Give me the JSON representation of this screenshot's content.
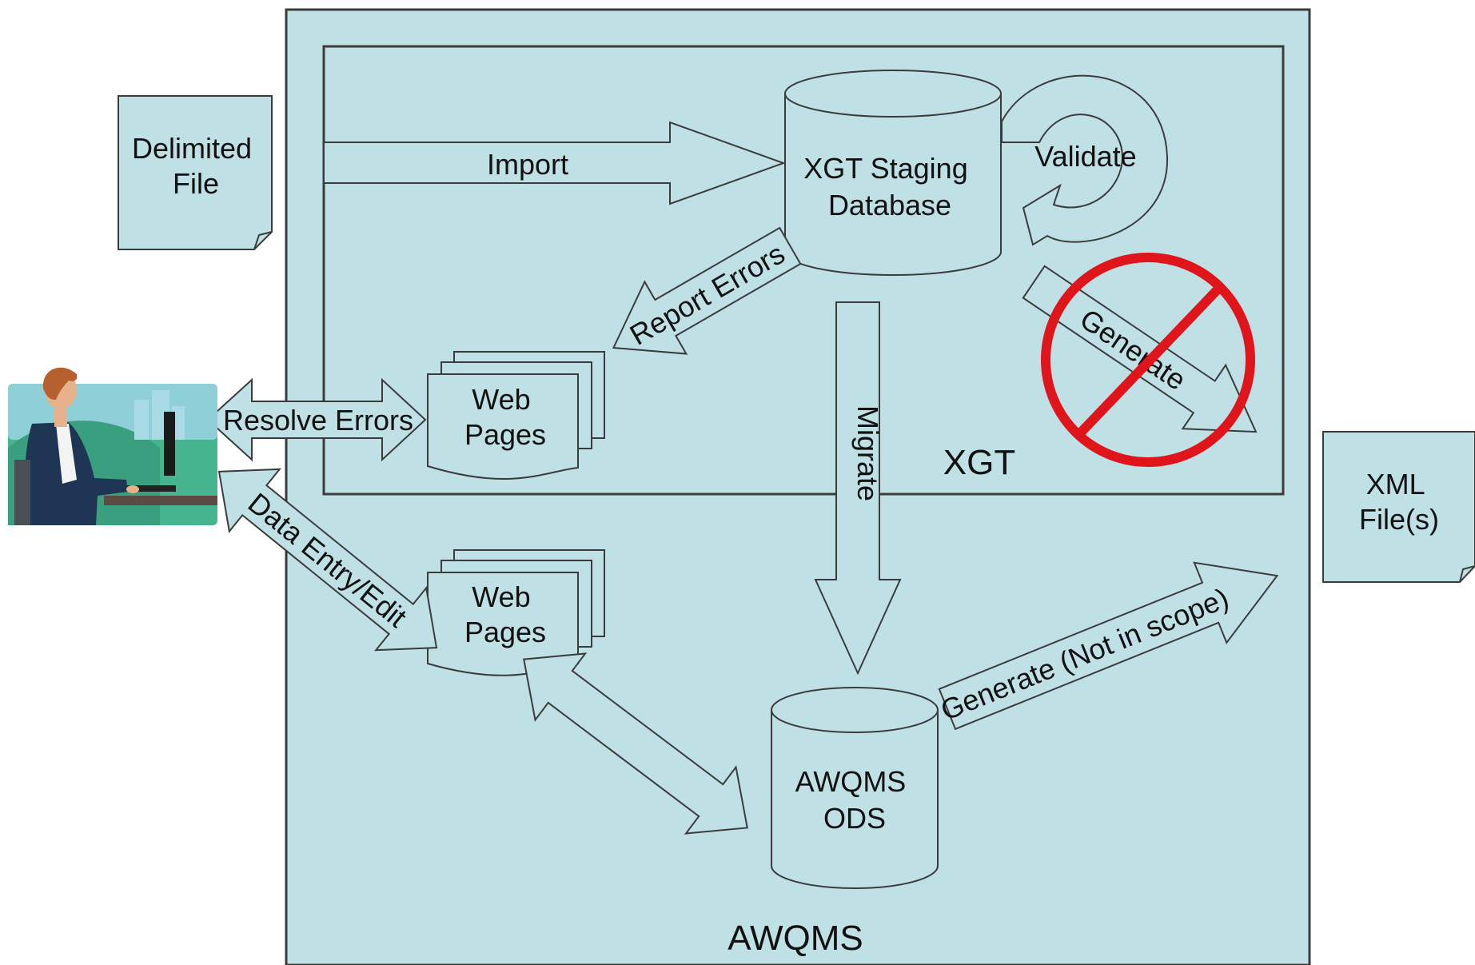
{
  "colors": {
    "fill": "#bfe1e6",
    "stroke": "#3b3b3b",
    "prohibited": "#e0141b",
    "person_bg": "#45b48f"
  },
  "containers": {
    "awqms": "AWQMS",
    "xgt": "XGT"
  },
  "documents": {
    "delimited_file": [
      "Delimited",
      "File"
    ],
    "xml_files": [
      "XML",
      "File(s)"
    ],
    "web_pages_top": [
      "Web",
      "Pages"
    ],
    "web_pages_bottom": [
      "Web",
      "Pages"
    ]
  },
  "databases": {
    "staging": [
      "XGT Staging",
      "Database"
    ],
    "ods": [
      "AWQMS",
      "ODS"
    ]
  },
  "arrows": {
    "import": "Import",
    "validate": "Validate",
    "report_errors": "Report Errors",
    "resolve_errors": "Resolve Errors",
    "migrate": "Migrate",
    "generate_blocked": "Generate",
    "data_entry": "Data Entry/Edit",
    "generate_out": "Generate (Not in scope)"
  },
  "icons": {
    "user": "person-at-computer-icon",
    "prohibited": "prohibited-icon"
  }
}
